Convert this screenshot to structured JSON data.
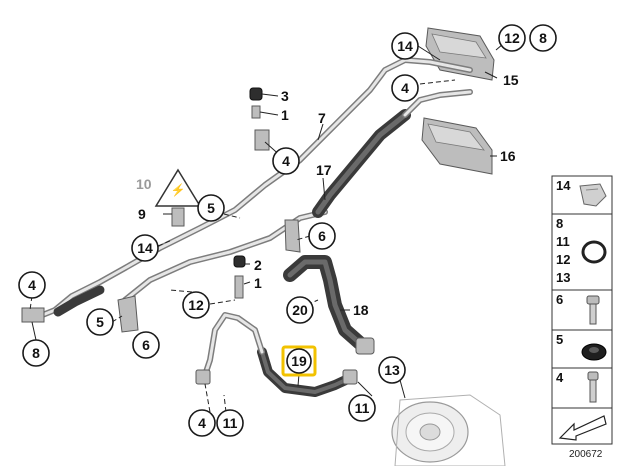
{
  "callouts": {
    "c14_top": "14",
    "c12": "12",
    "c8_top": "8",
    "c4_top": "4",
    "c4_mid": "4",
    "c5_mid": "5",
    "c14_left": "14",
    "c6_mid": "6",
    "c4_left": "4",
    "c8_left": "8",
    "c5_low": "5",
    "c6_low": "6",
    "c12_low": "12",
    "c20": "20",
    "c19": "19",
    "c13": "13",
    "c11_low": "11",
    "c4_bot": "4",
    "c11_bot": "11"
  },
  "labels": {
    "l15": "15",
    "l3": "3",
    "l1_top": "1",
    "l7": "7",
    "l16": "16",
    "l17": "17",
    "l10": "10",
    "l9": "9",
    "l2": "2",
    "l1_low": "1",
    "l18": "18"
  },
  "legend": {
    "rows": [
      {
        "nums": [
          "14"
        ],
        "icon": "clip-icon"
      },
      {
        "nums": [
          "8",
          "11",
          "12",
          "13"
        ],
        "icon": "o-ring-icon"
      },
      {
        "nums": [
          "6"
        ],
        "icon": "bolt-icon"
      },
      {
        "nums": [
          "5"
        ],
        "icon": "grommet-icon"
      },
      {
        "nums": [
          "4"
        ],
        "icon": "screw-icon"
      }
    ],
    "nav_icon": "arrow-icon"
  },
  "ref_number": "200672",
  "highlight_color": "#f2c200"
}
